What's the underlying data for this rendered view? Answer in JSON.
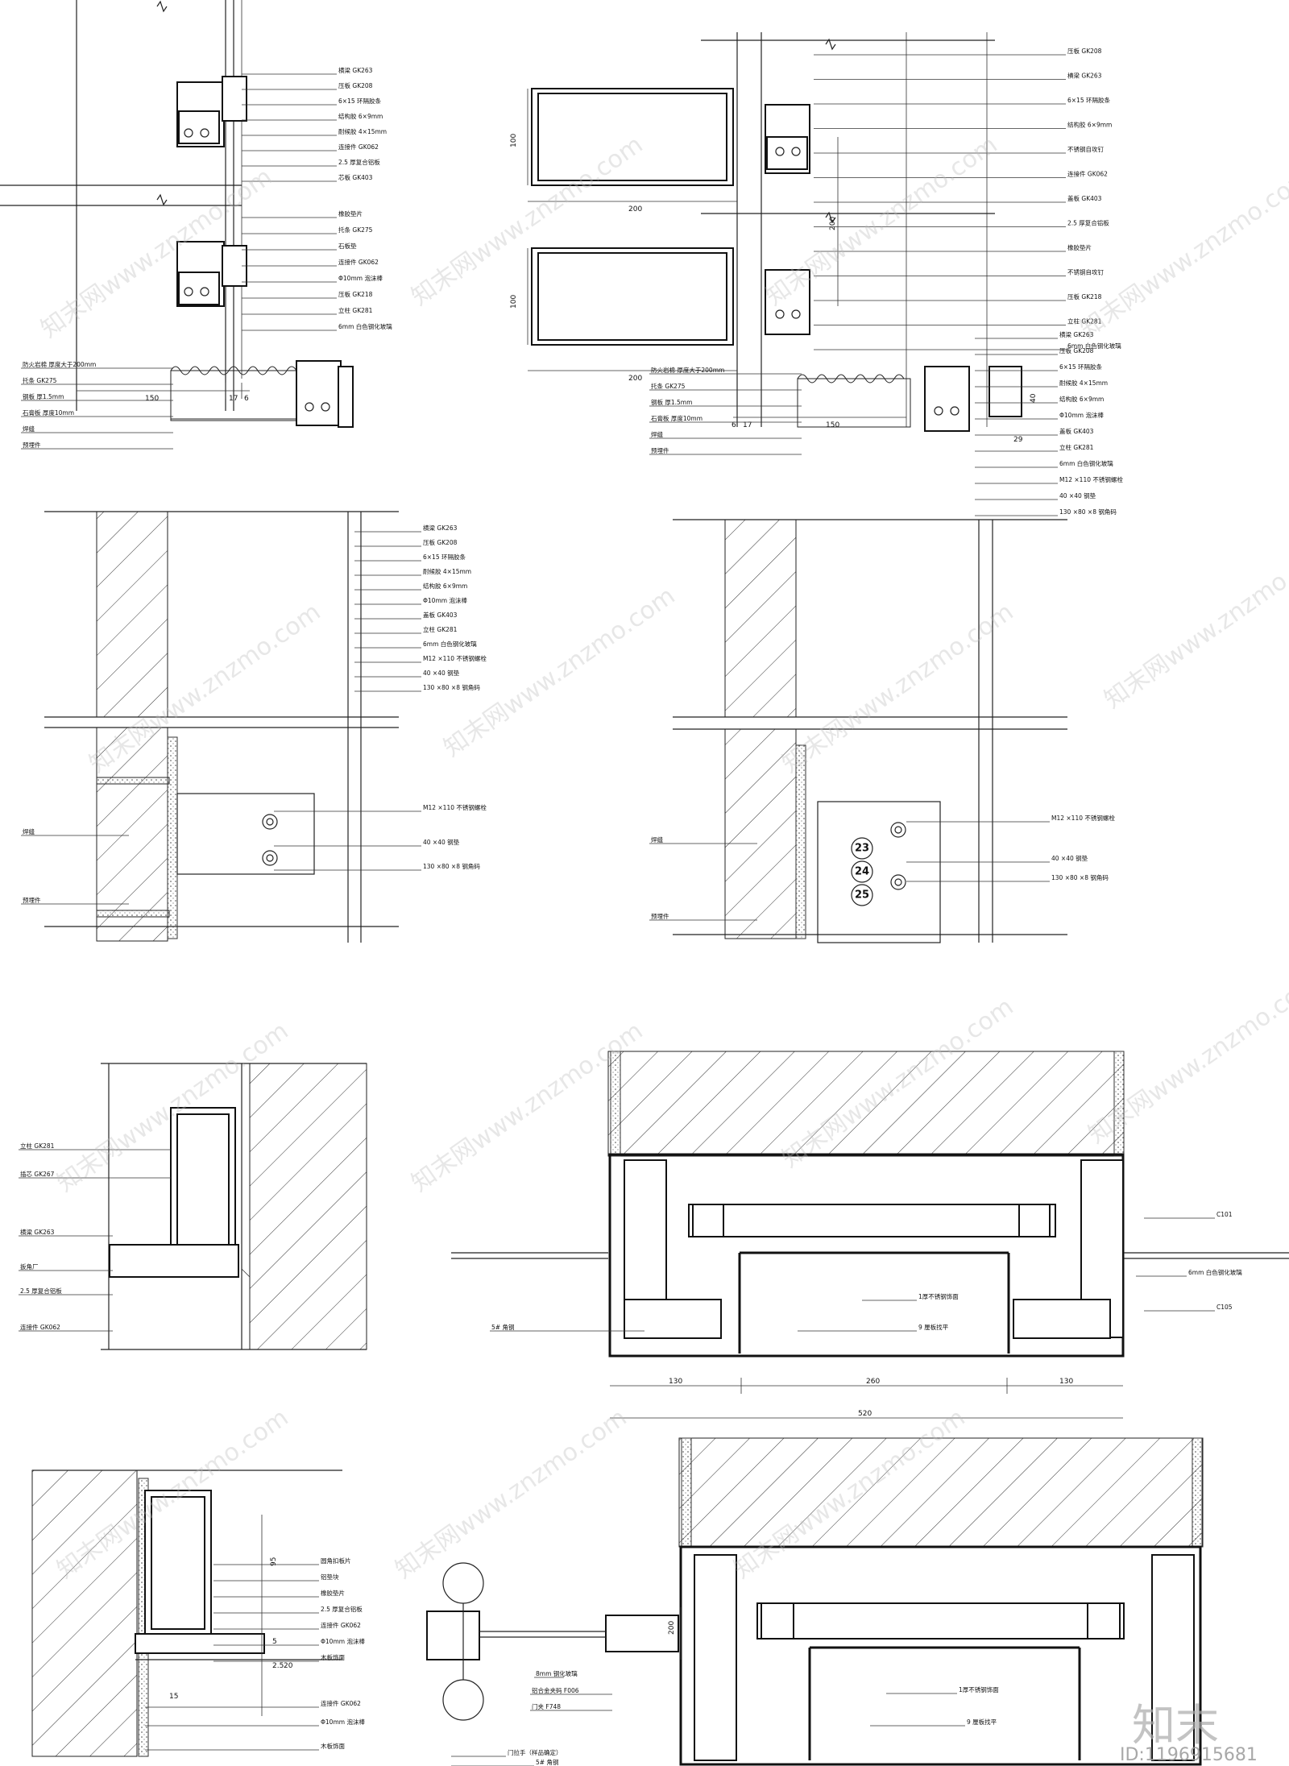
{
  "watermark": {
    "text": "知末网www.znzmo.com",
    "logo": "知末",
    "id_text": "ID:1196915681"
  },
  "detail1": {
    "labels_upper": [
      "横梁  GK263",
      "压板  GK208",
      "6×15 环隔胶条",
      "结构胶 6×9mm",
      "耐候胶 4×15mm",
      "连接件 GK062",
      "2.5 厚复合铝板",
      "芯板  GK403"
    ],
    "labels_lower": [
      "橡胶垫片",
      "托条  GK275",
      "石板垫",
      "连接件 GK062",
      "Φ10mm  泡沫棒",
      "压板  GK218",
      "立柱  GK281",
      "6mm  白色钢化玻璃"
    ],
    "dims": [
      "150",
      "17",
      "6"
    ]
  },
  "detail2": {
    "labels": [
      "压板  GK208",
      "横梁  GK263",
      "6×15 环隔胶条",
      "结构胶 6×9mm",
      "不锈钢自攻钉",
      "连接件 GK062",
      "盖板  GK403",
      "2.5 厚复合铝板",
      "橡胶垫片",
      "不锈钢自攻钉",
      "压板 GK218",
      "立柱  GK281",
      "6mm  白色钢化玻璃"
    ],
    "dims": [
      "100",
      "200",
      "100",
      "200",
      "200",
      "6",
      "17",
      "150"
    ]
  },
  "detail3": {
    "labels_left": [
      "防火岩棉 厚度大于200mm",
      "托条  GK275",
      "钢板 厚1.5mm",
      "石膏板 厚度10mm",
      "焊缝",
      "预埋件"
    ],
    "labels_right": [
      "横梁  GK263",
      "压板  GK208",
      "6×15 环隔胶条",
      "耐候胶 4×15mm",
      "结构胶 6×9mm",
      "Φ10mm  泡沫棒",
      "盖板  GK403",
      "立柱  GK281",
      "6mm  白色钢化玻璃",
      "M12 ×110 不锈钢螺栓",
      "40 ×40 钢垫",
      "130 ×80 ×8 钢角码"
    ]
  },
  "detail4": {
    "labels_left": [
      "防火岩棉 厚度大于200mm",
      "托条  GK275",
      "钢板 厚1.5mm",
      "石膏板 厚度10mm",
      "焊缝",
      "预埋件"
    ],
    "labels_right": [
      "横梁  GK263",
      "压板  GK208",
      "6×15 环隔胶条",
      "耐候胶 4×15mm",
      "结构胶 6×9mm",
      "Φ10mm  泡沫棒",
      "盖板  GK403",
      "立柱  GK281",
      "6mm  白色钢化玻璃",
      "M12 ×110 不锈钢螺栓",
      "40 ×40 钢垫",
      "130 ×80 ×8 钢角码"
    ],
    "dims": [
      "40",
      "29"
    ],
    "badges": [
      "23",
      "24",
      "25"
    ]
  },
  "detail5": {
    "labels": [
      "立柱  GK281",
      "插芯 GK267",
      "横梁  GK263",
      "扳角厂",
      "2.5 厚复合铝板",
      "连接件 GK062"
    ]
  },
  "detail6": {
    "labels": [
      "C101",
      "1厚不锈钢饰面",
      "9 厘板找平",
      "6mm  白色钢化玻璃",
      "C105",
      "5# 角钢"
    ],
    "dims": [
      "130",
      "260",
      "130",
      "520"
    ]
  },
  "detail7": {
    "labels": [
      "圆角扣板片",
      "铝垫块",
      "橡胶垫片",
      "2.5 厚复合铝板",
      "连接件 GK062",
      "Φ10mm  泡沫棒",
      "木板饰面"
    ],
    "dims": [
      "95",
      "5",
      "15",
      "2.5",
      "20"
    ]
  },
  "detail8": {
    "labels": [
      "8mm  钢化玻璃",
      "铝合金夹码 F006",
      "门夹 F748",
      "门拉手（样品确定）",
      "5# 角钢",
      "1厚不锈钢饰面",
      "9 厘板找平"
    ],
    "dims": [
      "200"
    ]
  },
  "colors": {
    "line": "#222222",
    "watermark": "#bcbcbc"
  }
}
